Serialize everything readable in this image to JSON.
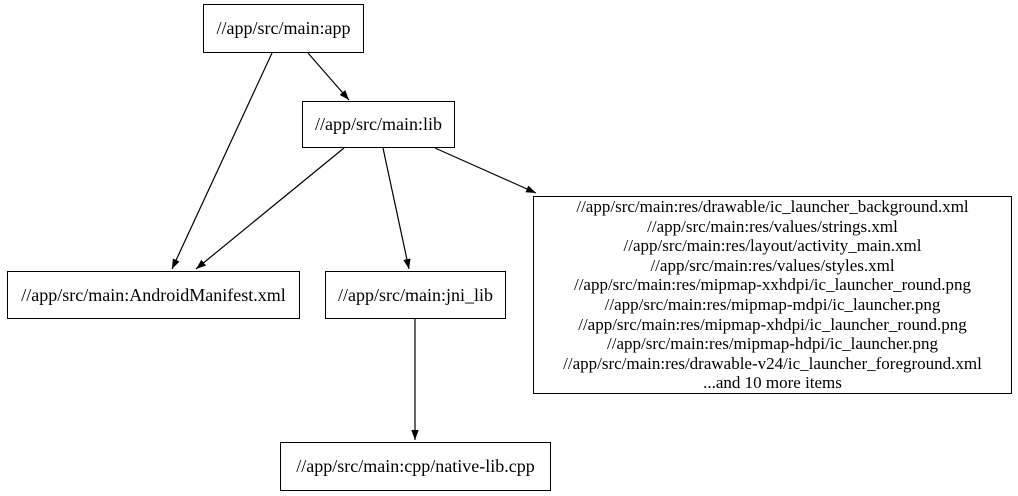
{
  "diagram": {
    "type": "dependency-graph",
    "background_color": "#ffffff",
    "node_border_color": "#000000",
    "edge_color": "#000000",
    "text_color": "#000000",
    "nodes": {
      "app": {
        "label": "//app/src/main:app"
      },
      "lib": {
        "label": "//app/src/main:lib"
      },
      "manifest": {
        "label": "//app/src/main:AndroidManifest.xml"
      },
      "jni_lib": {
        "label": "//app/src/main:jni_lib"
      },
      "native_cpp": {
        "label": "//app/src/main:cpp/native-lib.cpp"
      },
      "resources": {
        "lines": [
          "//app/src/main:res/drawable/ic_launcher_background.xml",
          "//app/src/main:res/values/strings.xml",
          "//app/src/main:res/layout/activity_main.xml",
          "//app/src/main:res/values/styles.xml",
          "//app/src/main:res/mipmap-xxhdpi/ic_launcher_round.png",
          "//app/src/main:res/mipmap-mdpi/ic_launcher.png",
          "//app/src/main:res/mipmap-xhdpi/ic_launcher_round.png",
          "//app/src/main:res/mipmap-hdpi/ic_launcher.png",
          "//app/src/main:res/drawable-v24/ic_launcher_foreground.xml",
          "...and 10 more items"
        ]
      }
    },
    "edges": [
      {
        "from": "app",
        "to": "lib"
      },
      {
        "from": "app",
        "to": "manifest"
      },
      {
        "from": "lib",
        "to": "manifest"
      },
      {
        "from": "lib",
        "to": "jni_lib"
      },
      {
        "from": "lib",
        "to": "resources"
      },
      {
        "from": "jni_lib",
        "to": "native_cpp"
      }
    ]
  }
}
